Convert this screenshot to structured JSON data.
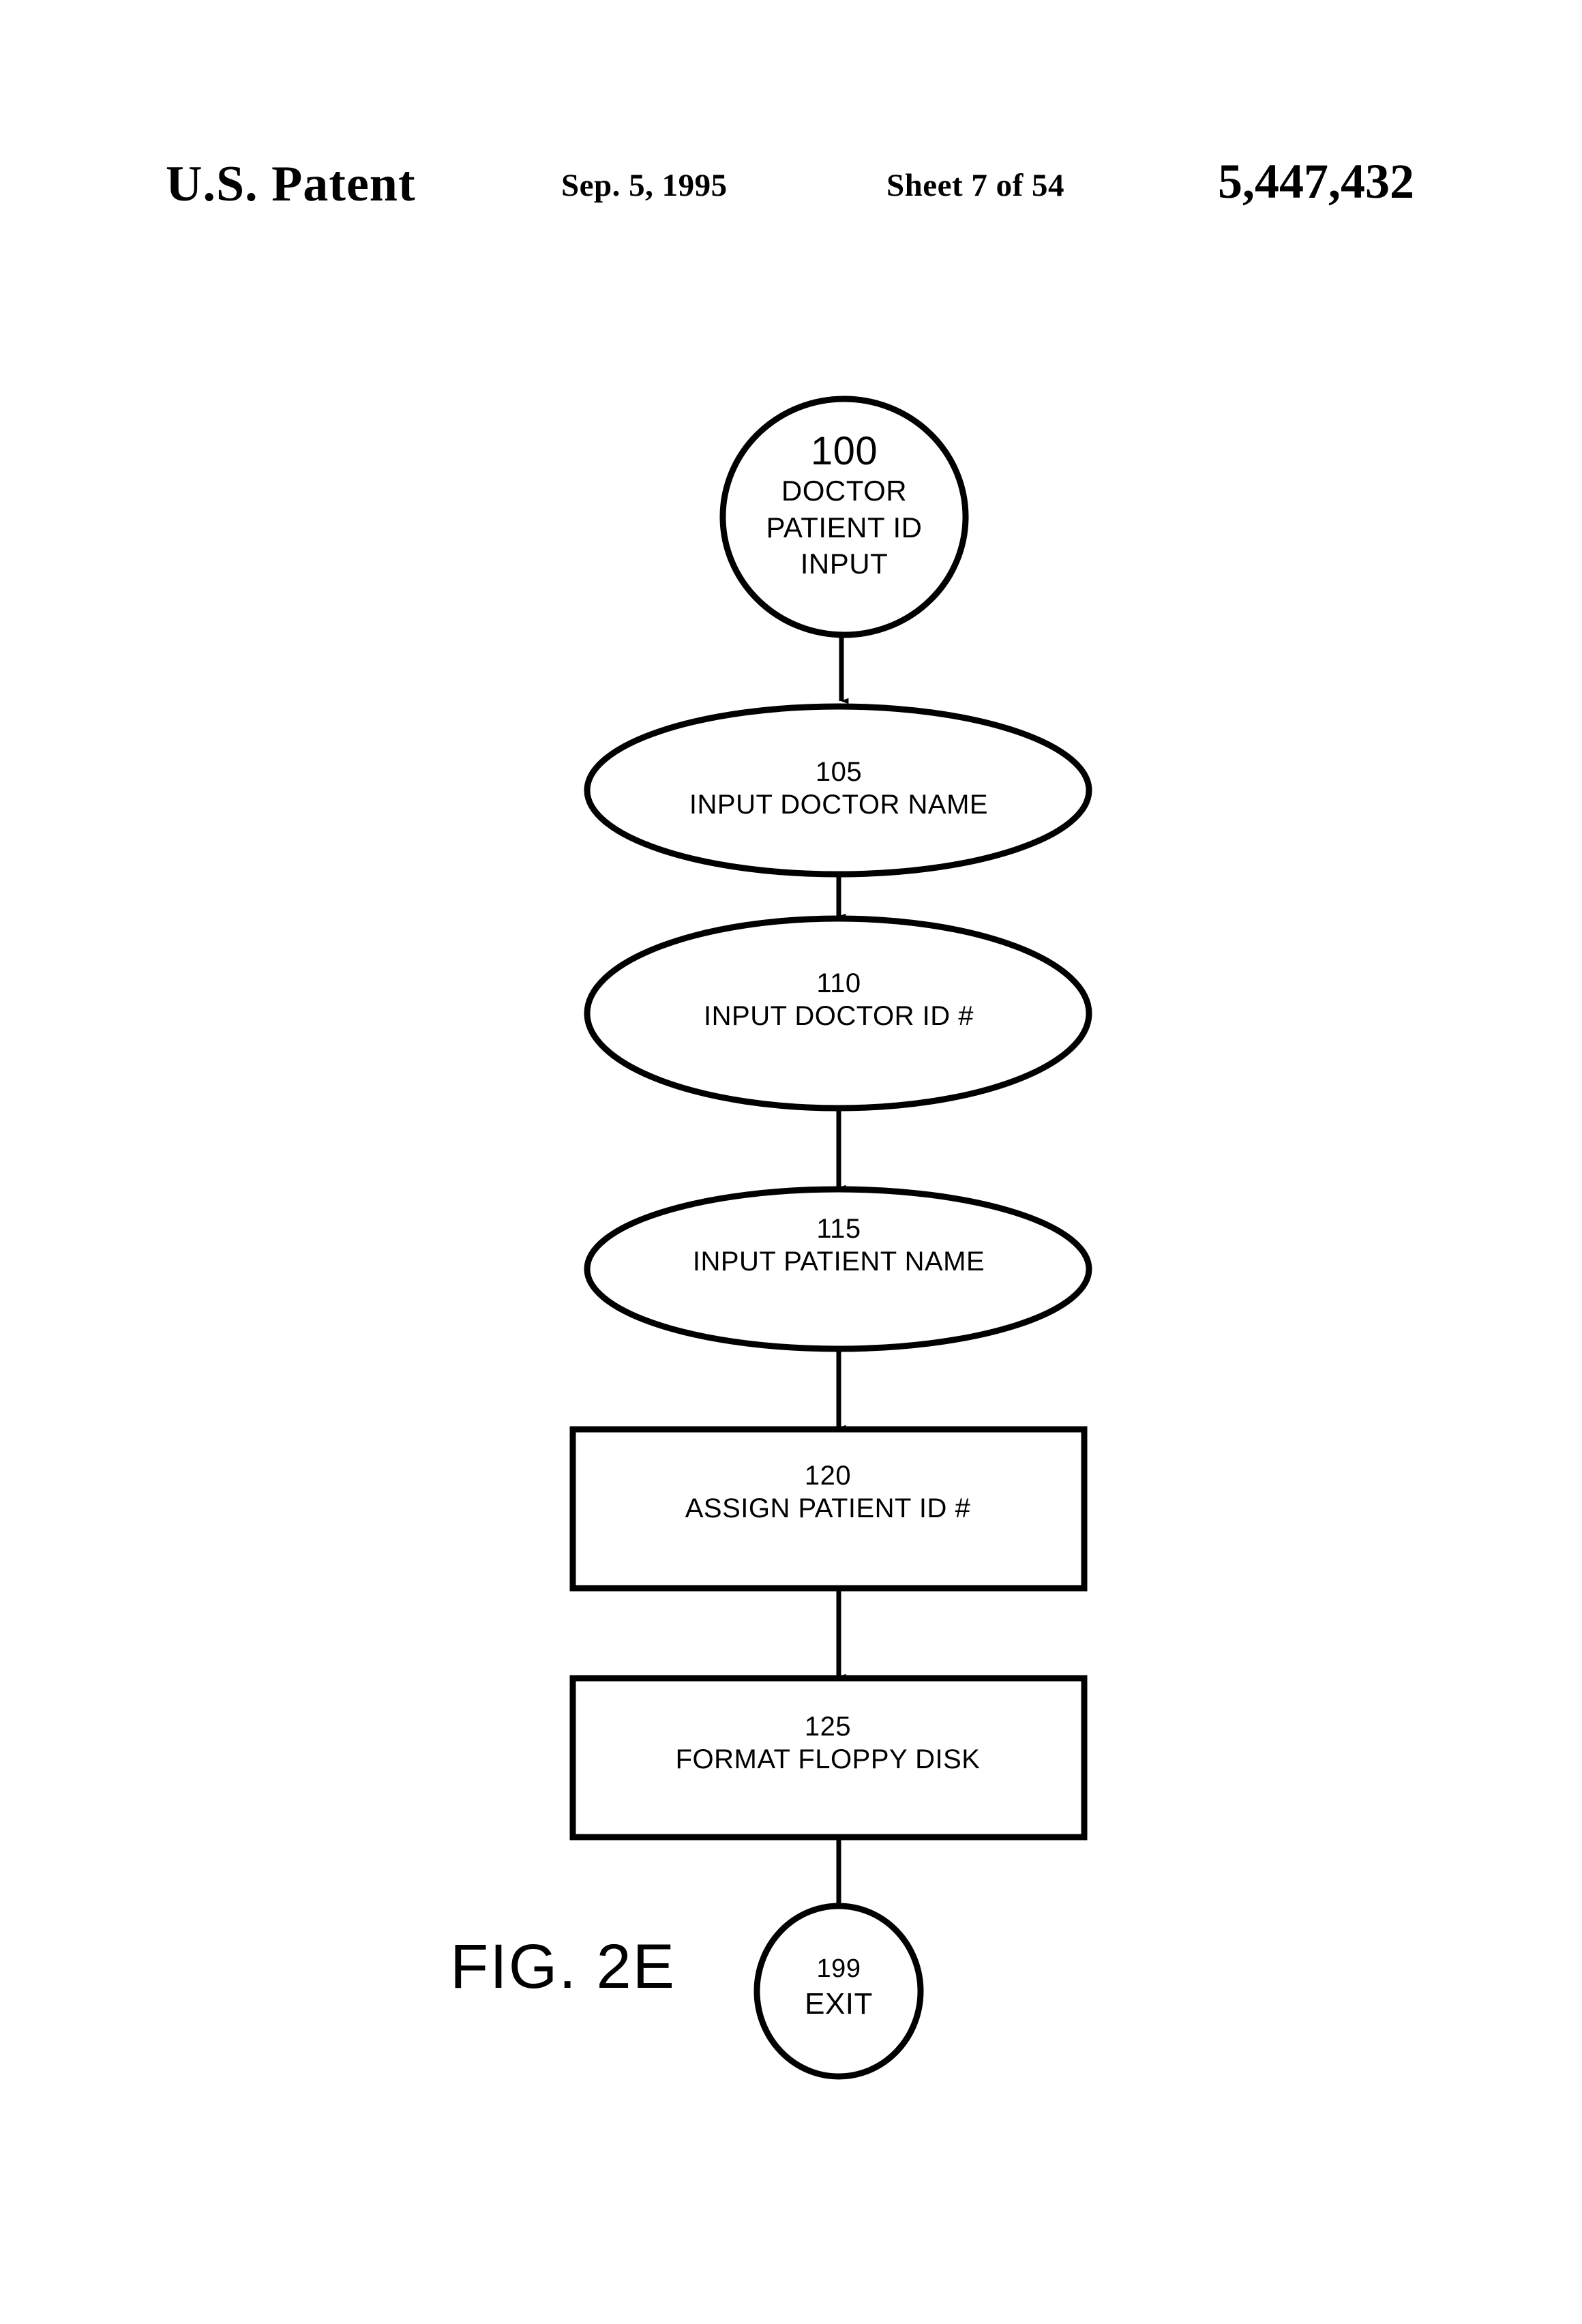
{
  "header": {
    "office": "U.S. Patent",
    "date": "Sep. 5, 1995",
    "sheet": "Sheet 7 of 54",
    "patent_number": "5,447,432"
  },
  "figure": {
    "caption": "FIG. 2E"
  },
  "colors": {
    "ink": "#000000",
    "page": "#ffffff"
  },
  "flowchart": {
    "type": "flowchart",
    "orientation": "top-to-bottom",
    "nodes": [
      {
        "ref": "100",
        "shape": "circle",
        "lines": [
          "DOCTOR",
          "PATIENT ID",
          "INPUT"
        ],
        "role": "start"
      },
      {
        "ref": "105",
        "shape": "ellipse",
        "lines": [
          "INPUT DOCTOR NAME"
        ],
        "role": "input"
      },
      {
        "ref": "110",
        "shape": "ellipse",
        "lines": [
          "INPUT DOCTOR ID #"
        ],
        "role": "input"
      },
      {
        "ref": "115",
        "shape": "ellipse",
        "lines": [
          "INPUT PATIENT NAME"
        ],
        "role": "input"
      },
      {
        "ref": "120",
        "shape": "rectangle",
        "lines": [
          "ASSIGN PATIENT ID #"
        ],
        "role": "process"
      },
      {
        "ref": "125",
        "shape": "rectangle",
        "lines": [
          "FORMAT FLOPPY DISK"
        ],
        "role": "process"
      },
      {
        "ref": "199",
        "shape": "circle",
        "lines": [
          "EXIT"
        ],
        "role": "end"
      }
    ],
    "edges": [
      {
        "from": "100",
        "to": "105",
        "arrow": "down"
      },
      {
        "from": "105",
        "to": "110",
        "arrow": "down"
      },
      {
        "from": "110",
        "to": "115",
        "arrow": "down"
      },
      {
        "from": "115",
        "to": "120",
        "arrow": "down"
      },
      {
        "from": "120",
        "to": "125",
        "arrow": "down"
      },
      {
        "from": "125",
        "to": "199",
        "arrow": "down"
      }
    ]
  }
}
